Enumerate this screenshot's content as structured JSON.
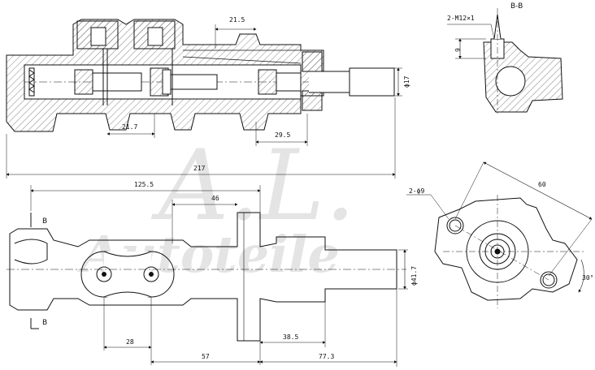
{
  "watermark": {
    "top": "A.L.",
    "bottom": "Autoteile"
  },
  "section": {
    "label": "B-B",
    "thread": "2-M12×1",
    "depth": "9"
  },
  "top_view": {
    "dim_21_5": "21.5",
    "dim_phi17": "ϕ17",
    "dim_21_7": "21.7",
    "dim_29_5": "29.5",
    "dim_217": "217"
  },
  "front_view": {
    "dim_125_5": "125.5",
    "dim_46": "46",
    "dim_28": "28",
    "dim_38_5": "38.5",
    "dim_57": "57",
    "dim_77_3": "77.3",
    "dim_phi41_7": "ϕ41.7",
    "cut_mark_top": "B",
    "cut_mark_bottom": "B"
  },
  "end_view": {
    "holes": "2-ϕ9",
    "dim_60": "60",
    "angle_30": "30°"
  }
}
